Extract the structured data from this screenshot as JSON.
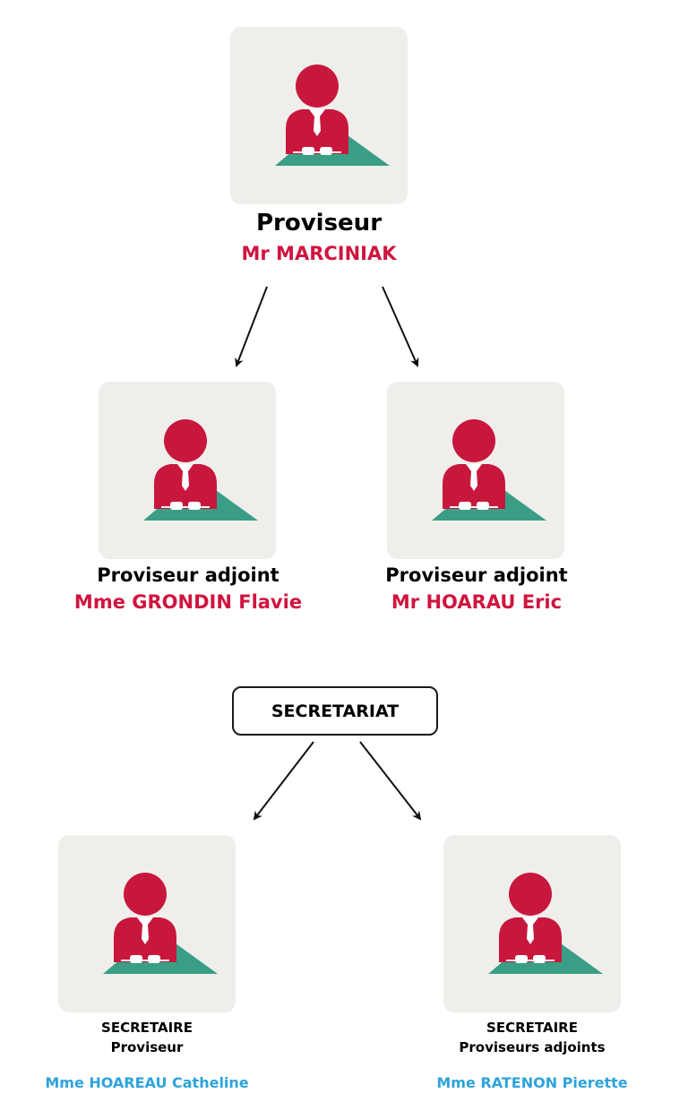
{
  "colors": {
    "accent": "#d0143f",
    "secretary_name": "#2ea3dc",
    "card_bg": "#efeeeb",
    "figure": "#c8173d",
    "desk": "#3a9e86"
  },
  "nodes": {
    "head": {
      "role": "Proviseur",
      "name": "Mr MARCINIAK",
      "icon": "person-at-desk-icon"
    },
    "deputy_left": {
      "role": "Proviseur adjoint",
      "name": "Mme GRONDIN Flavie",
      "icon": "person-at-desk-icon"
    },
    "deputy_right": {
      "role": "Proviseur adjoint",
      "name": "Mr HOARAU Eric",
      "icon": "person-at-desk-icon"
    },
    "secretariat": {
      "label": "SECRETARIAT"
    },
    "secretary_left": {
      "title": "SECRETAIRE",
      "role": "Proviseur",
      "name": "Mme HOAREAU Catheline",
      "icon": "person-at-desk-icon"
    },
    "secretary_right": {
      "title": "SECRETAIRE",
      "role": "Proviseurs adjoints",
      "name": "Mme RATENON Pierette",
      "icon": "person-at-desk-icon"
    }
  }
}
